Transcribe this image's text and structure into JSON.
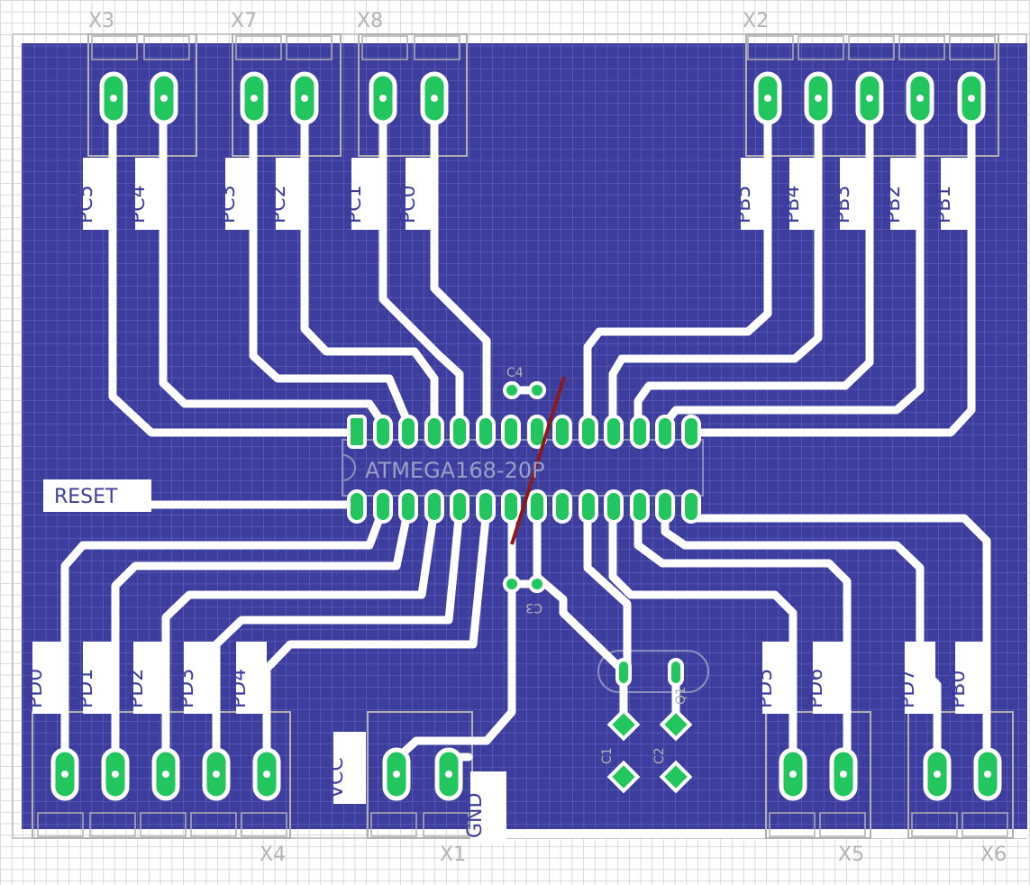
{
  "colors": {
    "copper": "#3d3d9e",
    "trace": "#ffffff",
    "pad": "#22c55e",
    "airwire": "#8b1a1a",
    "outline": "#bdbdbd"
  },
  "connectors": {
    "x3": "X3",
    "x7": "X7",
    "x8": "X8",
    "x2": "X2",
    "x4": "X4",
    "x1": "X1",
    "x5": "X5",
    "x6": "X6"
  },
  "pins_top": {
    "pc5": "PC5",
    "pc4": "PC4",
    "pc3": "PC3",
    "pc2": "PC2",
    "pc1": "PC1",
    "pc0": "PC0",
    "pb5": "PB5",
    "pb4": "PB4",
    "pb3": "PB3",
    "pb2": "PB2",
    "pb1": "PB1"
  },
  "pins_bottom": {
    "pd0": "PD0",
    "pd1": "PD1",
    "pd2": "PD2",
    "pd3": "PD3",
    "pd4": "PD4",
    "pd5": "PD5",
    "pd6": "PD6",
    "pd7": "PD7",
    "pb0": "PB0"
  },
  "labels": {
    "reset": "RESET",
    "vcc": "VCC",
    "gnd": "GND",
    "chip": "ATMEGA168-20P",
    "c1": "C1",
    "c2": "C2",
    "c3": "C3",
    "c4": "C4",
    "q1": "Q1"
  }
}
